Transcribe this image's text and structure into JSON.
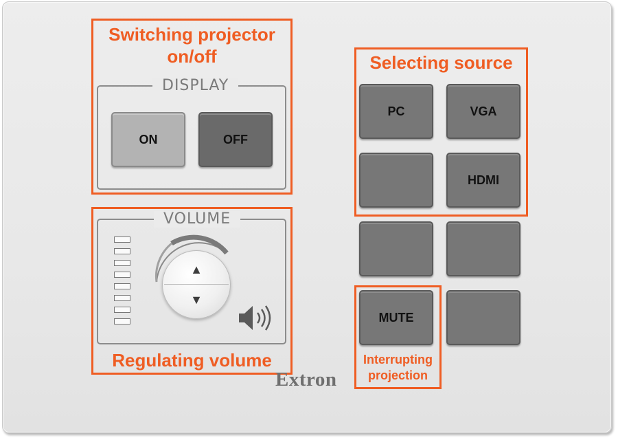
{
  "annotations": {
    "power_title": "Switching projector on/off",
    "volume_title": "Regulating volume",
    "source_title": "Selecting source",
    "mute_title": "Interrupting projection"
  },
  "display_group": {
    "label": "DISPLAY",
    "on_label": "ON",
    "off_label": "OFF"
  },
  "volume_group": {
    "label": "VOLUME",
    "up_icon": "triangle-up-icon",
    "down_icon": "triangle-down-icon",
    "speaker_icon": "speaker-icon",
    "led_count": 8
  },
  "source_keys": {
    "pc": "PC",
    "vga": "VGA",
    "blank_1": "",
    "hdmi": "HDMI",
    "blank_2": "",
    "blank_3": "",
    "mute": "MUTE",
    "blank_4": ""
  },
  "brand": "Extron",
  "colors": {
    "accent": "#ef5d23",
    "panel": "#ebebeb",
    "key": "#777777",
    "key_on": "#b3b3b3"
  }
}
